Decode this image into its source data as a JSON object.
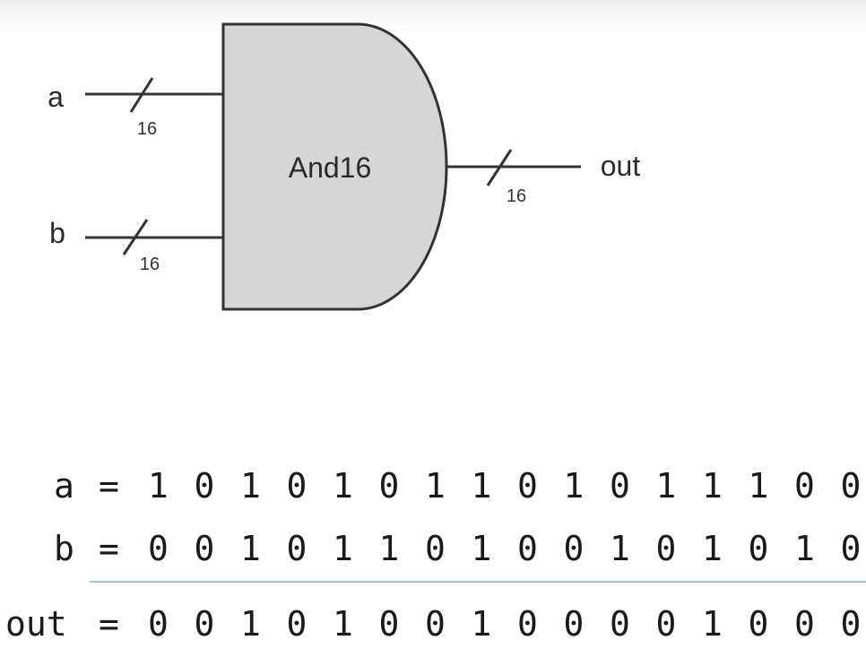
{
  "gate": {
    "label": "And16",
    "inputs": [
      {
        "name": "a",
        "width": "16"
      },
      {
        "name": "b",
        "width": "16"
      }
    ],
    "output": {
      "name": "out",
      "width": "16"
    },
    "fill_color": "#d6d6d6",
    "stroke_color": "#333333"
  },
  "equations": [
    {
      "name": "a",
      "op": "=",
      "bits": [
        "1",
        "0",
        "1",
        "0",
        "1",
        "0",
        "1",
        "1",
        "0",
        "1",
        "0",
        "1",
        "1",
        "1",
        "0",
        "0"
      ]
    },
    {
      "name": "b",
      "op": "=",
      "bits": [
        "0",
        "0",
        "1",
        "0",
        "1",
        "1",
        "0",
        "1",
        "0",
        "0",
        "1",
        "0",
        "1",
        "0",
        "1",
        "0"
      ]
    },
    {
      "name": "out",
      "op": "=",
      "bits": [
        "0",
        "0",
        "1",
        "0",
        "1",
        "0",
        "0",
        "1",
        "0",
        "0",
        "0",
        "0",
        "1",
        "0",
        "0",
        "0"
      ]
    }
  ],
  "divider_color": "#9ec3e6"
}
